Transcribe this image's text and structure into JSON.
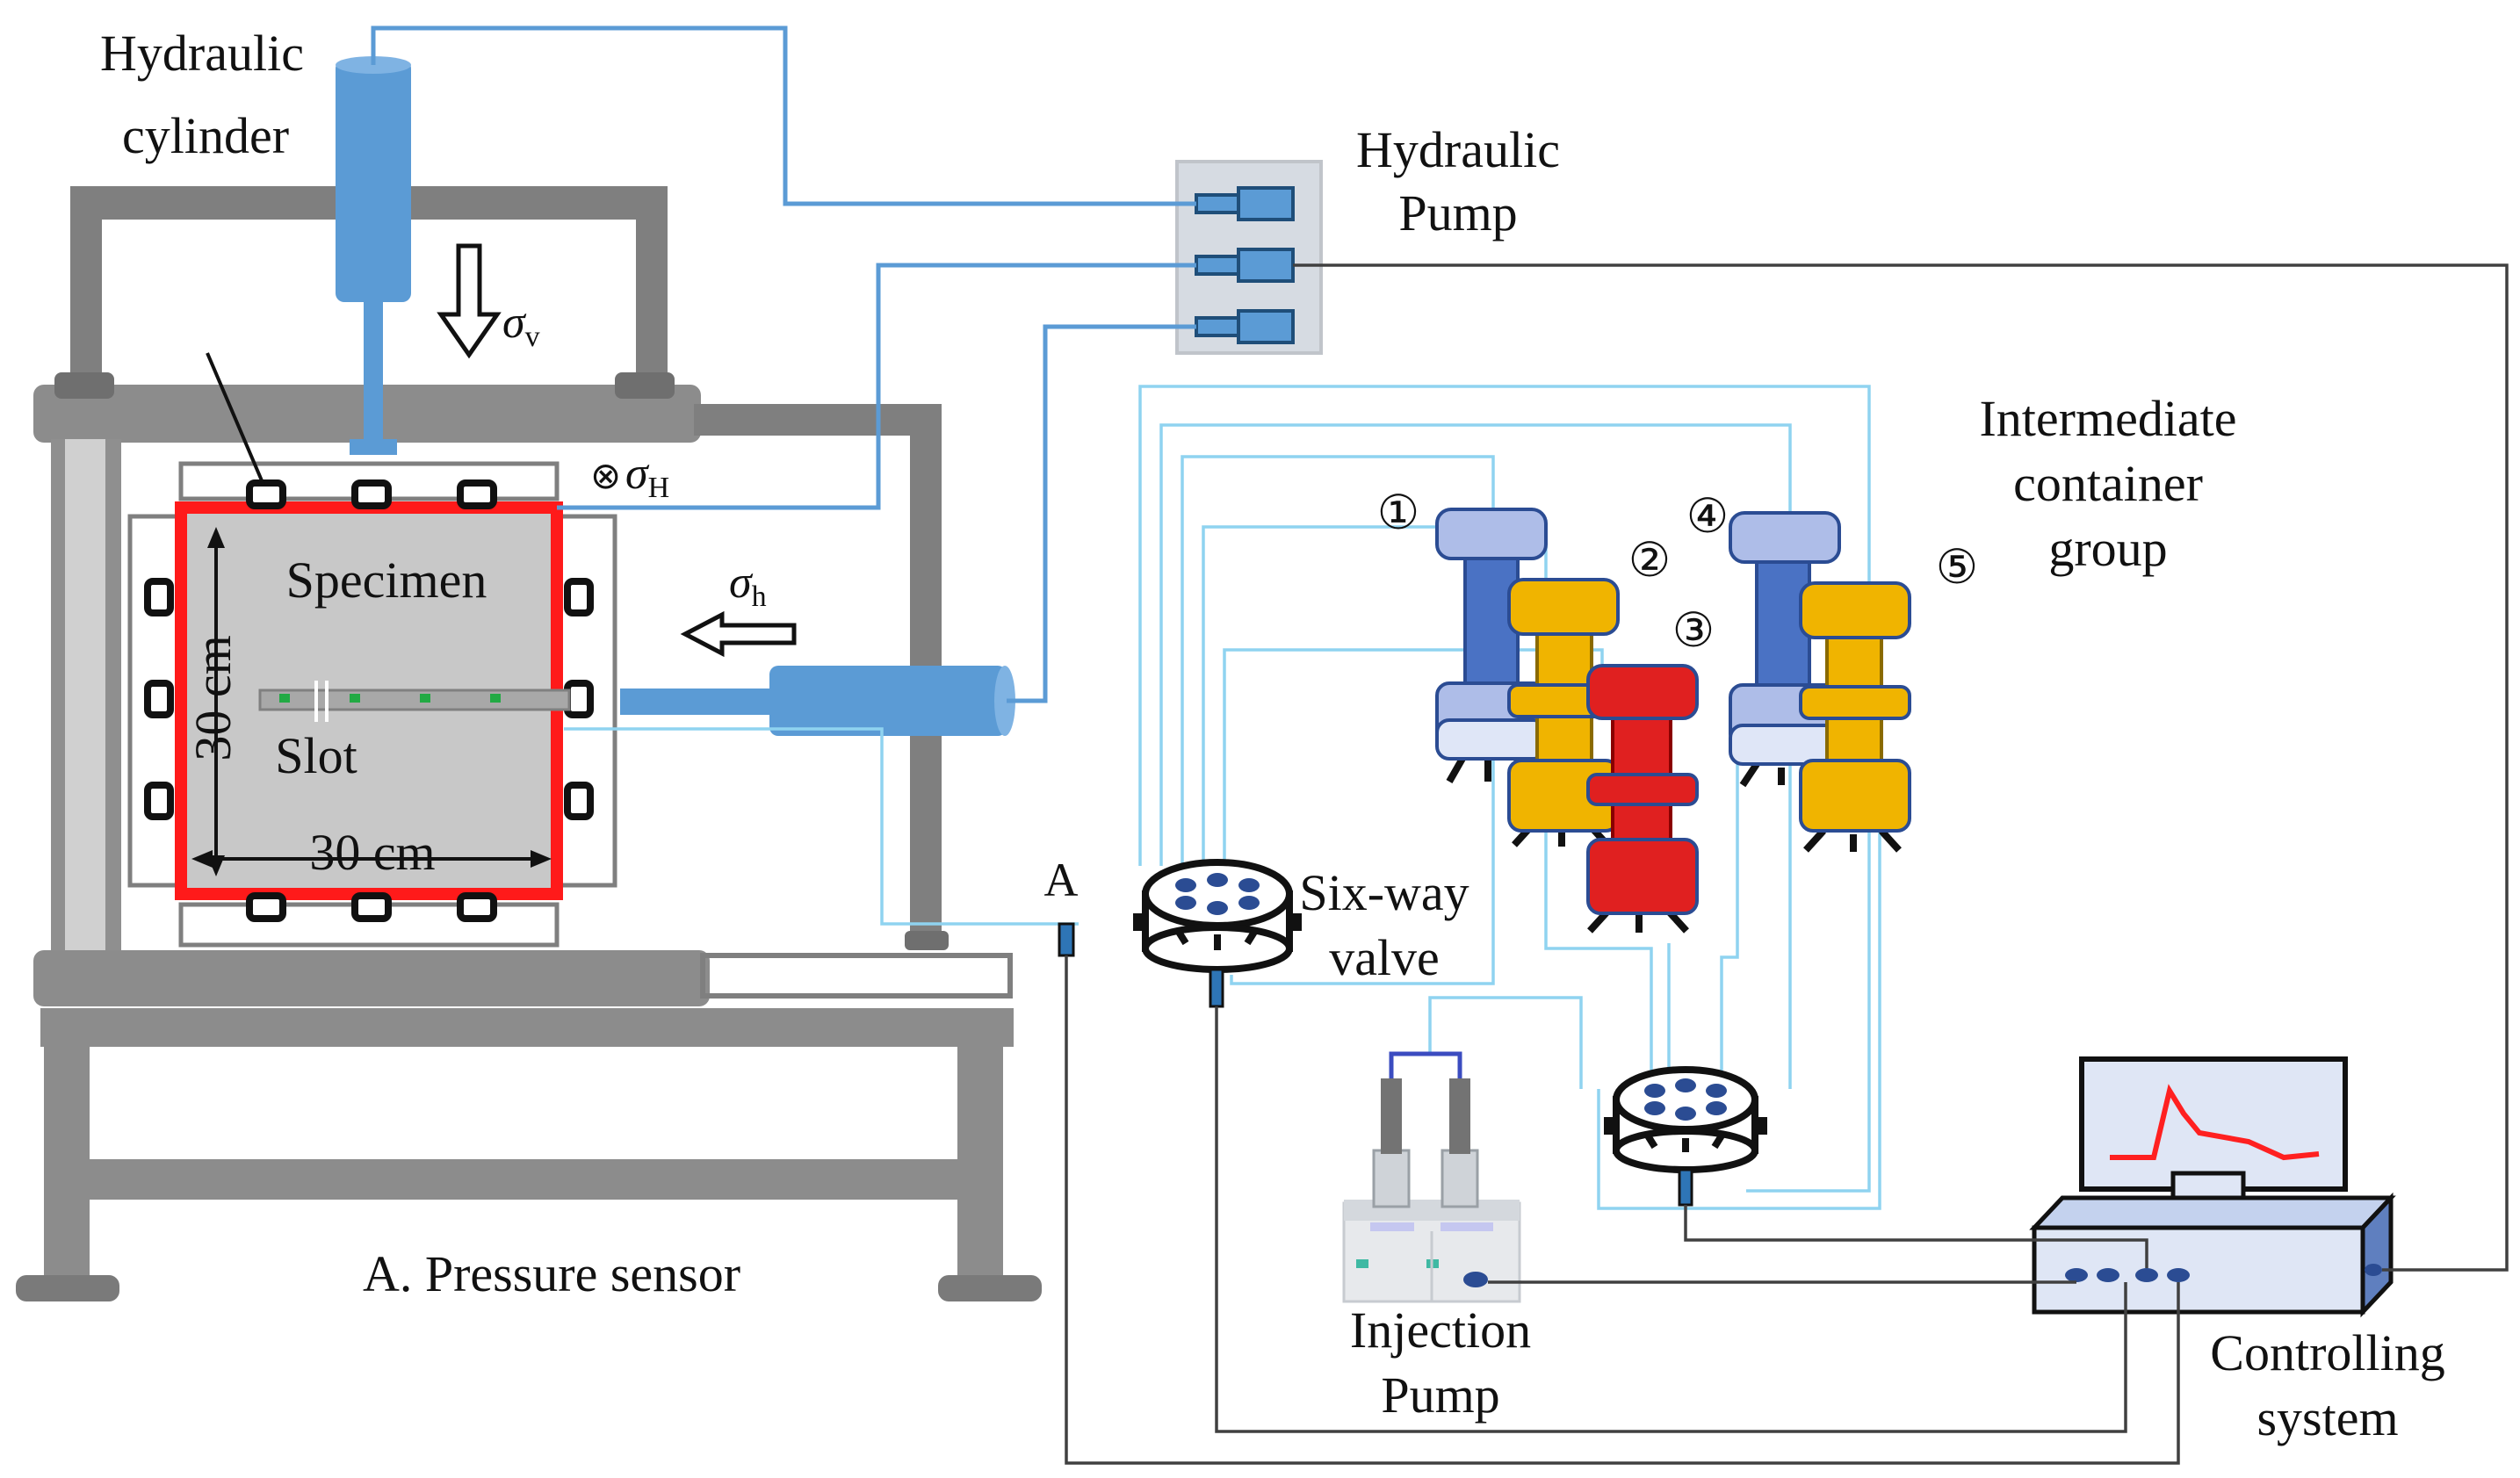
{
  "labels": {
    "hydraulic_cylinder_l1": "Hydraulic",
    "hydraulic_cylinder_l2": "cylinder",
    "hydraulic_pump_l1": "Hydraulic",
    "hydraulic_pump_l2": "Pump",
    "sigma_v": "σ",
    "sigma_v_sub": "v",
    "sigma_H_prefix": "⊗",
    "sigma_H": "σ",
    "sigma_H_sub": "H",
    "sigma_h": "σ",
    "sigma_h_sub": "h",
    "specimen": "Specimen",
    "slot": "Slot",
    "dim_vertical": "30 cm",
    "dim_horizontal": "30 cm",
    "intermediate_l1": "Intermediate",
    "intermediate_l2": "container",
    "intermediate_l3": "group",
    "container_1": "①",
    "container_2": "②",
    "container_3": "③",
    "container_4": "④",
    "container_5": "⑤",
    "point_a": "A",
    "six_way_l1": "Six-way",
    "six_way_l2": "valve",
    "pressure_sensor_note": "A. Pressure sensor",
    "injection_l1": "Injection",
    "injection_l2": "Pump",
    "controlling_l1": "Controlling",
    "controlling_l2": "system"
  },
  "colors": {
    "frame_gray": "#7f7f7f",
    "hydraulic_blue": "#5b9bd5",
    "pipe_light_blue": "#8fd3f0",
    "container_blue": "#4a72c4",
    "container_light": "#aebde8",
    "container_yellow": "#f0b400",
    "container_red": "#e02020",
    "red_boundary": "#ff1a1a",
    "specimen_gray": "#c8c8c8",
    "monitor_curve": "#ff2020"
  },
  "icons": {
    "pump_manifold": "hydraulic-pump-icon",
    "valve": "six-way-valve-icon",
    "injection": "injection-pump-icon",
    "controller": "computer-icon"
  }
}
